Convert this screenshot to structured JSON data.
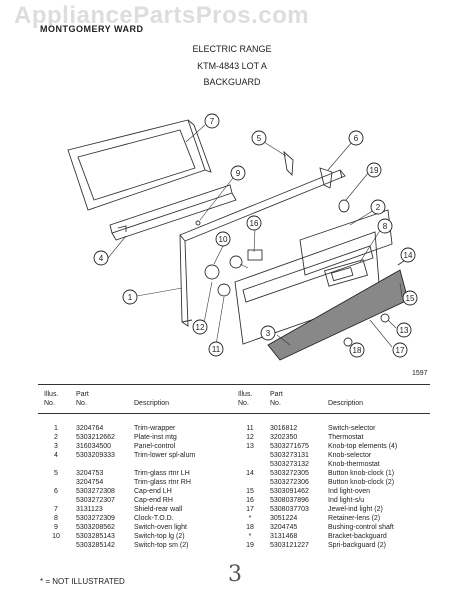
{
  "watermark": "AppliancePartsPros.com",
  "brand": "MONTGOMERY WARD",
  "header": {
    "line1": "ELECTRIC RANGE",
    "line2": "KTM-4843 LOT A",
    "line3": "BACKGUARD"
  },
  "figure_number": "1597",
  "callouts": [
    "7",
    "5",
    "6",
    "9",
    "19",
    "2",
    "8",
    "4",
    "16",
    "10",
    "14",
    "1",
    "15",
    "12",
    "11",
    "3",
    "13",
    "17",
    "18"
  ],
  "table_headers": {
    "illus": "Illus.",
    "no": "No.",
    "part": "Part",
    "description": "Description"
  },
  "parts_left": [
    {
      "illus": "1",
      "part": "3204764",
      "desc": "Trim-wrapper"
    },
    {
      "illus": "2",
      "part": "5303212662",
      "desc": "Plate-inst mtg"
    },
    {
      "illus": "3",
      "part": "316034500",
      "desc": "Panel-control"
    },
    {
      "illus": "4",
      "part": "5303209333",
      "desc": "Trim-lower spl-alum"
    },
    {
      "illus": "",
      "part": "",
      "desc": ""
    },
    {
      "illus": "5",
      "part": "3204753",
      "desc": "Trim-glass rtnr LH"
    },
    {
      "illus": "",
      "part": "3204754",
      "desc": "Trim-glass rtnr RH"
    },
    {
      "illus": "6",
      "part": "5303272308",
      "desc": "Cap-end LH"
    },
    {
      "illus": "",
      "part": "5303272307",
      "desc": "Cap-end RH"
    },
    {
      "illus": "7",
      "part": "3131123",
      "desc": "Shield-rear wall"
    },
    {
      "illus": "8",
      "part": "5303272309",
      "desc": "Clock-T.O.D."
    },
    {
      "illus": "9",
      "part": "5303208562",
      "desc": "Switch-oven light"
    },
    {
      "illus": "10",
      "part": "5303285143",
      "desc": "Switch-top lg (2)"
    },
    {
      "illus": "",
      "part": "5303285142",
      "desc": "Switch-top sm (2)"
    }
  ],
  "parts_right": [
    {
      "illus": "11",
      "part": "3016812",
      "desc": "Switch-selector"
    },
    {
      "illus": "12",
      "part": "3202350",
      "desc": "Thermostat"
    },
    {
      "illus": "13",
      "part": "5303271675",
      "desc": "Knob-top elements (4)"
    },
    {
      "illus": "",
      "part": "5303273131",
      "desc": "Knob-selector"
    },
    {
      "illus": "",
      "part": "5303273132",
      "desc": "Knob-thermostat"
    },
    {
      "illus": "14",
      "part": "5303272305",
      "desc": "Button knob-clock (1)"
    },
    {
      "illus": "",
      "part": "5303272306",
      "desc": "Button knob-clock (2)"
    },
    {
      "illus": "15",
      "part": "5303091462",
      "desc": "Ind light-oven"
    },
    {
      "illus": "16",
      "part": "5308037896",
      "desc": "Ind light-s/u"
    },
    {
      "illus": "17",
      "part": "5308037703",
      "desc": "Jewel-ind light (2)"
    },
    {
      "illus": "*",
      "part": "3051224",
      "desc": "Retainer-lens (2)"
    },
    {
      "illus": "18",
      "part": "3204745",
      "desc": "Bushing-control shaft"
    },
    {
      "illus": "*",
      "part": "3131468",
      "desc": "Bracket-backguard"
    },
    {
      "illus": "19",
      "part": "5303121227",
      "desc": "Spri-backguard (2)"
    }
  ],
  "footnote": "* = NOT ILLUSTRATED",
  "scribble": "3"
}
